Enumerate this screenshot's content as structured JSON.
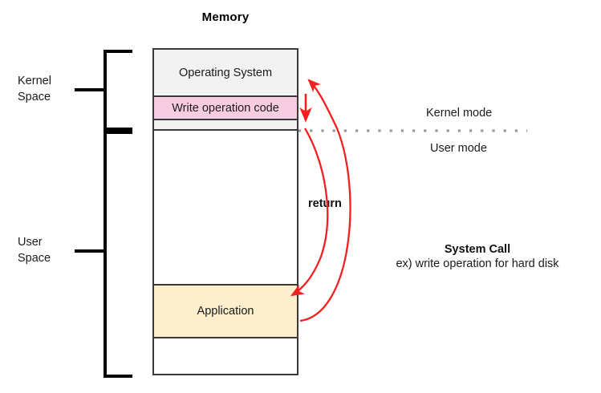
{
  "diagram": {
    "title": "Memory",
    "memory_segments": [
      {
        "name": "operating-system",
        "label": "Operating System",
        "color": "#f2f2f2"
      },
      {
        "name": "write-operation-code",
        "label": "Write operation code",
        "color": "#f9cde1"
      },
      {
        "name": "gray-strip",
        "label": "",
        "color": "#f2f2f2"
      },
      {
        "name": "free-space",
        "label": "",
        "color": "#ffffff"
      },
      {
        "name": "application",
        "label": "Application",
        "color": "#fdeecd"
      },
      {
        "name": "tail-space",
        "label": "",
        "color": "#ffffff"
      }
    ],
    "braces": [
      {
        "name": "kernel-space",
        "label_line1": "Kernel",
        "label_line2": "Space"
      },
      {
        "name": "user-space",
        "label_line1": "User",
        "label_line2": "Space"
      }
    ],
    "mode_divider": {
      "above_label": "Kernel mode",
      "below_label": "User mode",
      "style": "dotted",
      "color": "#9a9a9a"
    },
    "annotations": {
      "return_label": "return",
      "syscall_title": "System Call",
      "syscall_subtitle": "ex) write operation for hard disk"
    },
    "arrow_color": "#f22020",
    "border_color": "#3a3a3a",
    "brace_color": "#000000"
  }
}
